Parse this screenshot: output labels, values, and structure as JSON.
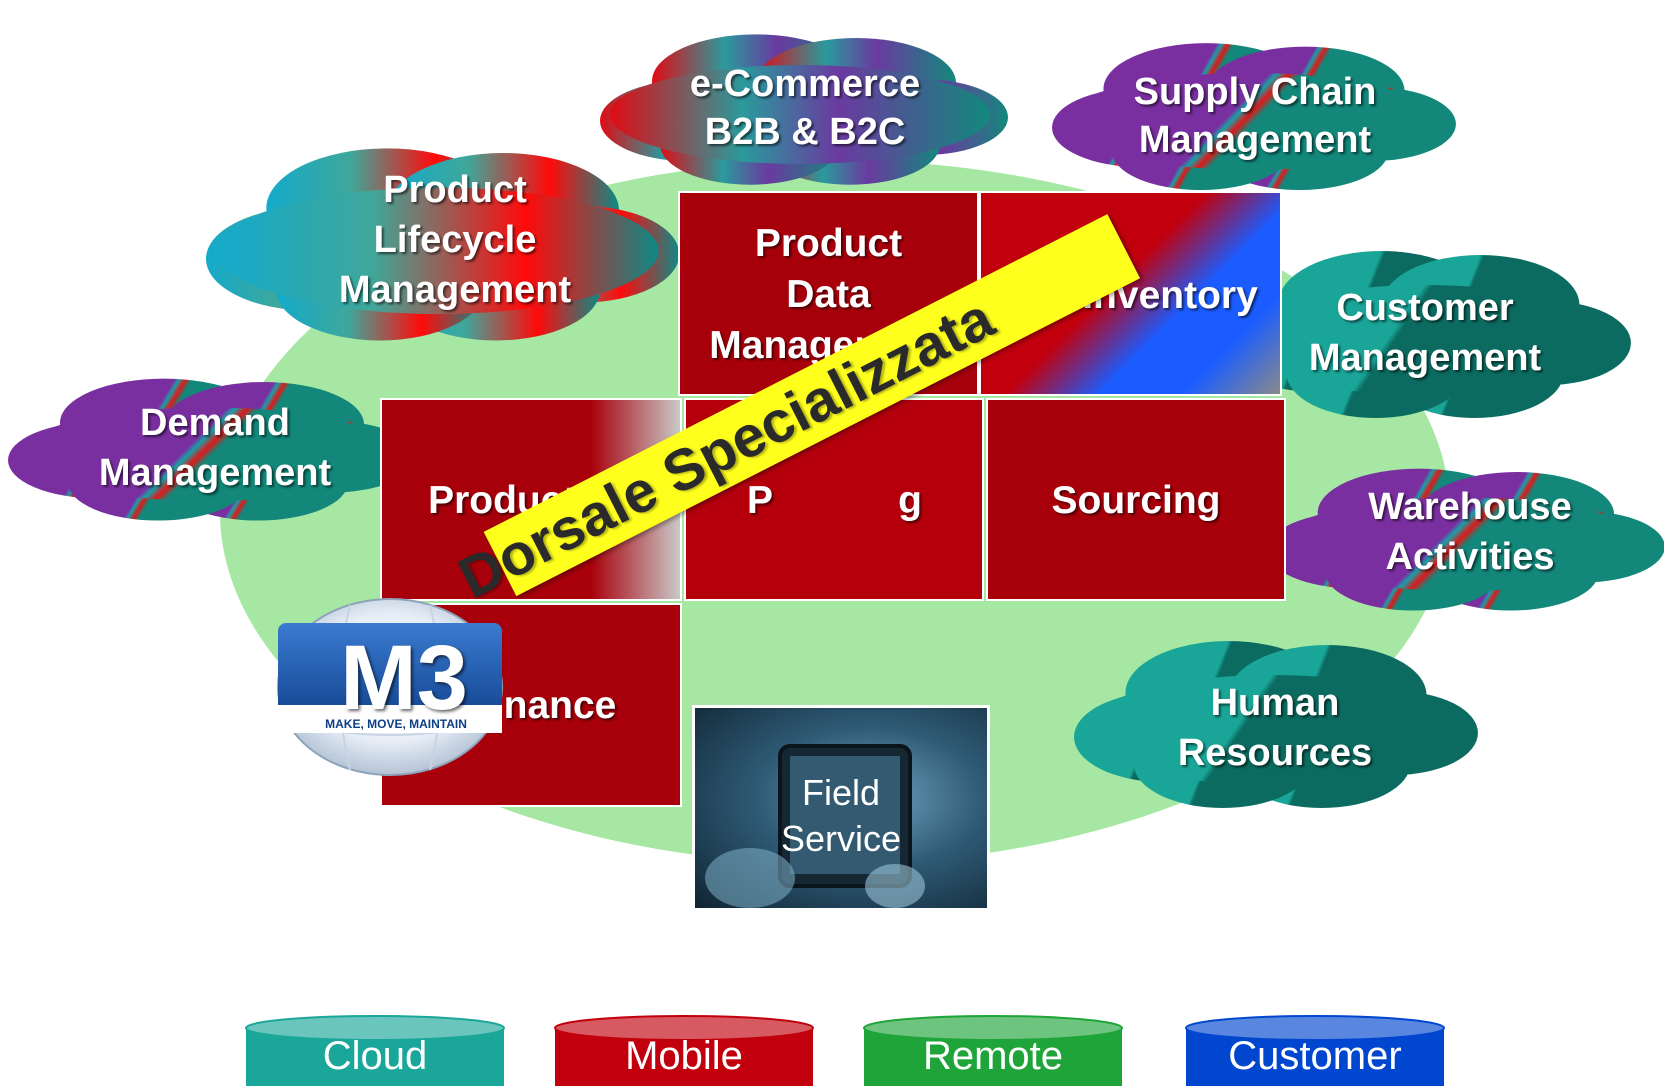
{
  "clouds": {
    "ecommerce": [
      "e-Commerce",
      "B2B & B2C"
    ],
    "supply_chain": [
      "Supply Chain",
      "Management"
    ],
    "plm": [
      "Product",
      "Lifecycle",
      "Management"
    ],
    "customer_mgmt": [
      "Customer",
      "Management"
    ],
    "demand": [
      "Demand",
      "Management"
    ],
    "warehouse": [
      "Warehouse",
      "Activities"
    ],
    "hr": [
      "Human",
      "Resources"
    ]
  },
  "modules": {
    "pdm": [
      "Product",
      "Data",
      "Management"
    ],
    "inventory": "Inventory",
    "production": "Production",
    "planning_partial": "g",
    "planning_partial_left": "P",
    "sourcing": "Sourcing",
    "maintenance_partial": "nance"
  },
  "banner": "Dorsale Specializzata",
  "logo": {
    "text": "M3",
    "tagline": "MAKE, MOVE, MAINTAIN"
  },
  "field_service": [
    "Field",
    "Service"
  ],
  "databases": [
    {
      "label": "Cloud",
      "color": "#1aa79a"
    },
    {
      "label": "Mobile",
      "color": "#c2000d"
    },
    {
      "label": "Remote",
      "color": "#1fa43a"
    },
    {
      "label": "Customer",
      "color": "#0046ce"
    }
  ],
  "colors": {
    "ellipse": "#a6e8a3",
    "module": "#a8000b",
    "banner": "#ffff1e",
    "purple": "#7a2fa0",
    "teal": "#12877a"
  }
}
